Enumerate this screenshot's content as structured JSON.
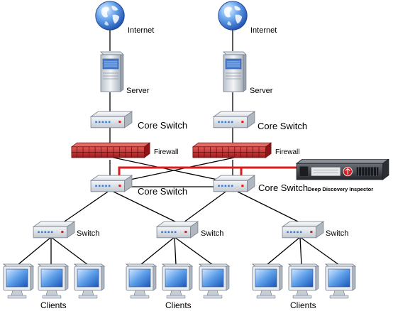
{
  "labels": {
    "internet": "Internet",
    "server": "Server",
    "core_switch": "Core Switch",
    "firewall": "Firewall",
    "switch": "Switch",
    "clients": "Clients",
    "ddi": "Deep Discovery Inspector"
  },
  "colors": {
    "wire": "#000000",
    "monitor_link": "#e01a1a",
    "firewall": "#c8282a",
    "globe": "#2f6fd6",
    "switch_body": "#eceff3",
    "appliance": "#3a3d42"
  },
  "icons": [
    "globe-icon",
    "server-icon",
    "switch-icon",
    "firewall-icon",
    "monitor-icon",
    "appliance-icon"
  ]
}
